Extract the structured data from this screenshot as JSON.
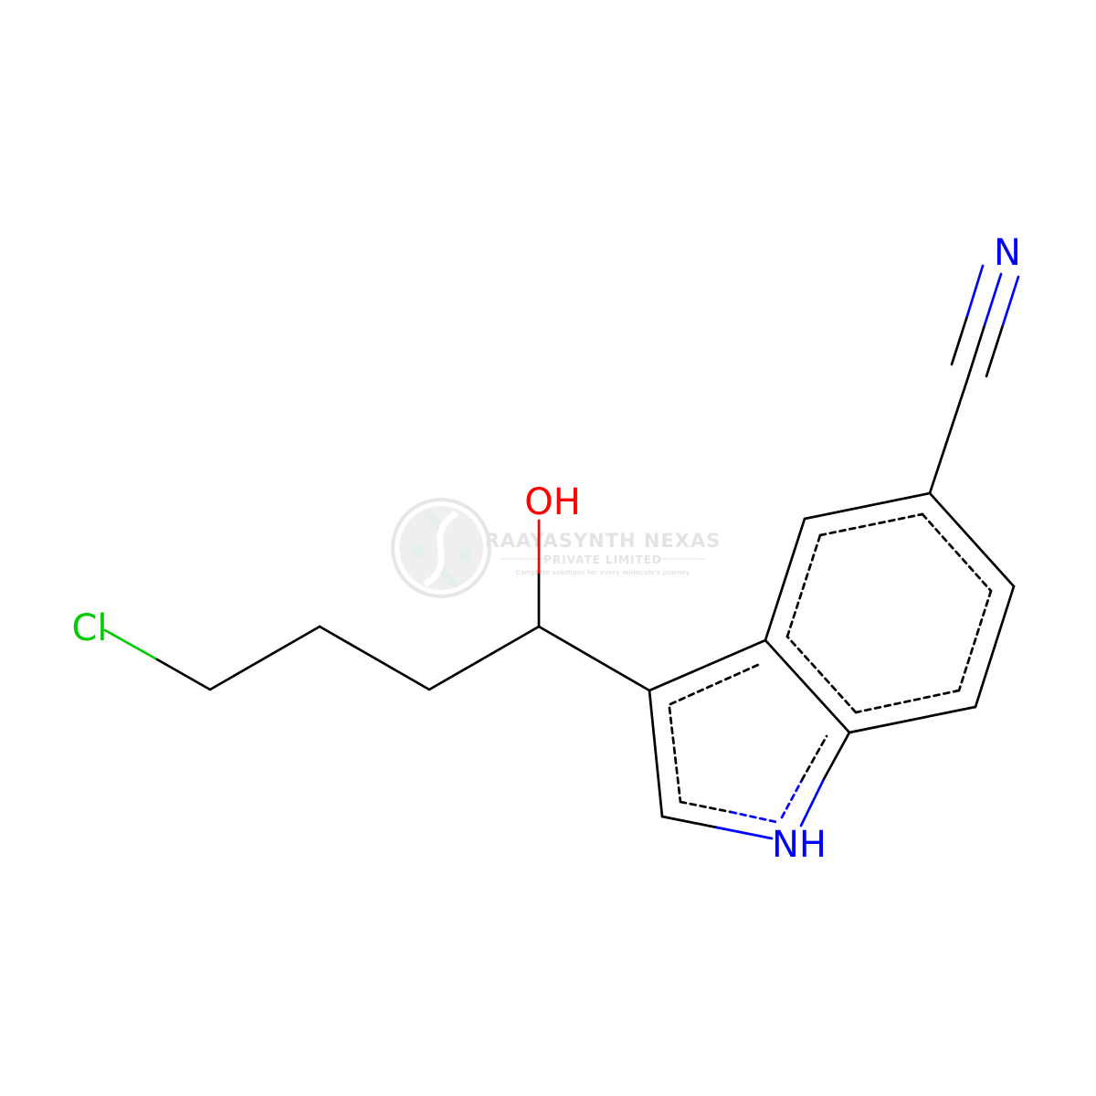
{
  "molecule": {
    "atom_labels": {
      "chlorine": "Cl",
      "hydroxyl": "OH",
      "nitrile_nitrogen": "N",
      "indole_nh": "NH"
    },
    "colors": {
      "bond": "#000000",
      "chlorine": "#00cc00",
      "oxygen": "#ff0000",
      "nitrogen": "#0000ff"
    }
  },
  "watermark": {
    "company": "RAAYASYNTH NEXAS",
    "subtitle": "PRIVATE LIMITED",
    "tagline": "Complete solutions for every molecule's journey"
  }
}
